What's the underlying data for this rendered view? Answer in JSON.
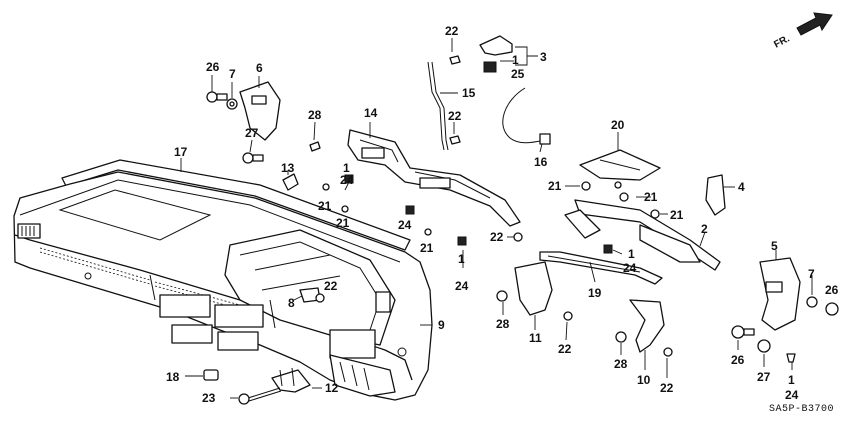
{
  "diagram_code": "SA5P-B3700",
  "direction_label": "FR.",
  "callouts": [
    {
      "id": "c26a",
      "text": "26"
    },
    {
      "id": "c7a",
      "text": "7"
    },
    {
      "id": "c6",
      "text": "6"
    },
    {
      "id": "c27a",
      "text": "27"
    },
    {
      "id": "c28a",
      "text": "28"
    },
    {
      "id": "c13",
      "text": "13"
    },
    {
      "id": "c17",
      "text": "17"
    },
    {
      "id": "c14",
      "text": "14"
    },
    {
      "id": "c1a",
      "text": "1"
    },
    {
      "id": "c24a",
      "text": "24"
    },
    {
      "id": "c21a",
      "text": "21"
    },
    {
      "id": "c21b",
      "text": "21"
    },
    {
      "id": "c24b",
      "text": "24"
    },
    {
      "id": "c21c",
      "text": "21"
    },
    {
      "id": "c22a",
      "text": "22"
    },
    {
      "id": "c15",
      "text": "15"
    },
    {
      "id": "c22b",
      "text": "22"
    },
    {
      "id": "c1b",
      "text": "1"
    },
    {
      "id": "c25",
      "text": "25"
    },
    {
      "id": "c3",
      "text": "3"
    },
    {
      "id": "c16",
      "text": "16"
    },
    {
      "id": "c20",
      "text": "20"
    },
    {
      "id": "c21d",
      "text": "21"
    },
    {
      "id": "c21e",
      "text": "21"
    },
    {
      "id": "c4",
      "text": "4"
    },
    {
      "id": "c21f",
      "text": "21"
    },
    {
      "id": "c2",
      "text": "2"
    },
    {
      "id": "c22c",
      "text": "22"
    },
    {
      "id": "c1c",
      "text": "1"
    },
    {
      "id": "c24c",
      "text": "24"
    },
    {
      "id": "c1d",
      "text": "1"
    },
    {
      "id": "c24d",
      "text": "24"
    },
    {
      "id": "c19",
      "text": "19"
    },
    {
      "id": "c5",
      "text": "5"
    },
    {
      "id": "c7b",
      "text": "7"
    },
    {
      "id": "c26b",
      "text": "26"
    },
    {
      "id": "c8",
      "text": "8"
    },
    {
      "id": "c22d",
      "text": "22"
    },
    {
      "id": "c9",
      "text": "9"
    },
    {
      "id": "c28b",
      "text": "28"
    },
    {
      "id": "c11",
      "text": "11"
    },
    {
      "id": "c22e",
      "text": "22"
    },
    {
      "id": "c28c",
      "text": "28"
    },
    {
      "id": "c10",
      "text": "10"
    },
    {
      "id": "c22f",
      "text": "22"
    },
    {
      "id": "c26c",
      "text": "26"
    },
    {
      "id": "c27b",
      "text": "27"
    },
    {
      "id": "c1e",
      "text": "1"
    },
    {
      "id": "c24e",
      "text": "24"
    },
    {
      "id": "c18",
      "text": "18"
    },
    {
      "id": "c12",
      "text": "12"
    },
    {
      "id": "c23",
      "text": "23"
    }
  ]
}
